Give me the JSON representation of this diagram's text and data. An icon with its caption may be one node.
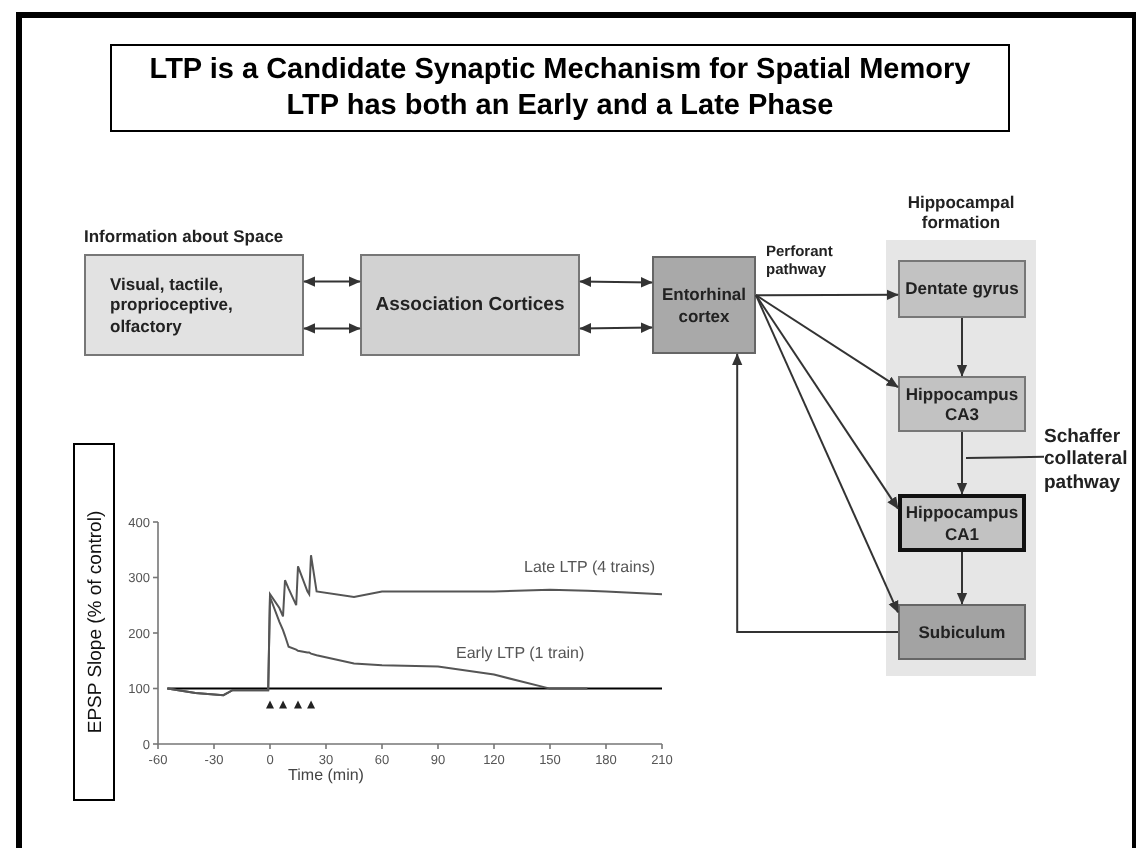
{
  "diagram": {
    "title": "LTP is a Candidate Synaptic Mechanism for Spatial Memory",
    "nodes": [
      {
        "text": [
          "Visual, tactile, proprioceptive, olfactory"
        ]
      },
      {
        "text": [
          "Association Cortices"
        ]
      },
      {
        "text": [
          "Entorhinal cortex"
        ]
      },
      {
        "text": [
          "Hippocampal formation"
        ]
      },
      {
        "text": [
          "Dentate gyrus"
        ],
        "in": 3
      },
      {
        "text": [
          "Hippocampus CA3"
        ],
        "in": 3
      },
      {
        "text": [
          "Hippocampus CA1"
        ],
        "in": 3
      },
      {
        "text": [
          "Subiculum"
        ],
        "in": 3
      },
      {
        "text": [
          "Schaffer collateral pathway"
        ]
      }
    ],
    "edges": [
      {
        "from": 0,
        "to": 1,
        "arrow": "both"
      },
      {
        "from": 0,
        "to": 1,
        "arrow": "both"
      },
      {
        "from": 1,
        "to": 2,
        "arrow": "both"
      },
      {
        "from": 1,
        "to": 2,
        "arrow": "both"
      },
      {
        "from": 2,
        "to": 4,
        "arrow": "to",
        "label": "Perforant pathway"
      },
      {
        "from": 2,
        "to": 5,
        "arrow": "to"
      },
      {
        "from": 2,
        "to": 6,
        "arrow": "to"
      },
      {
        "from": 2,
        "to": 7,
        "arrow": "to"
      },
      {
        "from": 4,
        "to": 5,
        "arrow": "to"
      },
      {
        "from": 5,
        "to": 6,
        "arrow": "to"
      },
      {
        "from": 6,
        "to": 7,
        "arrow": "to"
      },
      {
        "from": 7,
        "to": 2,
        "arrow": "to"
      },
      {
        "from": 8,
        "to": null,
        "arrow": "none"
      }
    ],
    "labels": [
      "LTP has both an Early and a Late Phase",
      "Information about Space"
    ],
    "chart_data": {
      "type": "line",
      "xlabel": "Time (min)",
      "ylabel": "EPSP Slope (% of control)",
      "x": [
        -55,
        -40,
        -25,
        -20,
        -1,
        0,
        5,
        7,
        8,
        10,
        14,
        15,
        20,
        21,
        22,
        25,
        45,
        60,
        90,
        120,
        150,
        170,
        180,
        210
      ],
      "series": [
        {
          "color": "#555555",
          "values": [
            100,
            92,
            88,
            97,
            97,
            270,
            245,
            230,
            295,
            280,
            250,
            320,
            275,
            270,
            340,
            275,
            265,
            275,
            275,
            275,
            278,
            276,
            275,
            270
          ]
        },
        {
          "color": "#555555",
          "values": [
            100,
            92,
            88,
            97,
            97,
            265,
            220,
            205,
            195,
            175,
            170,
            168,
            165,
            165,
            163,
            160,
            145,
            142,
            140,
            125,
            100,
            100,
            null,
            null
          ]
        }
      ],
      "xlim": [
        -60,
        210
      ],
      "ylim": [
        0,
        400
      ],
      "xticks": [
        -60,
        -30,
        0,
        30,
        60,
        90,
        120,
        150,
        180,
        210
      ],
      "yticks": [
        0,
        100,
        200,
        300,
        400
      ],
      "annotations": [
        "Late LTP (4 trains)",
        "Early LTP (1 train)"
      ]
    }
  }
}
